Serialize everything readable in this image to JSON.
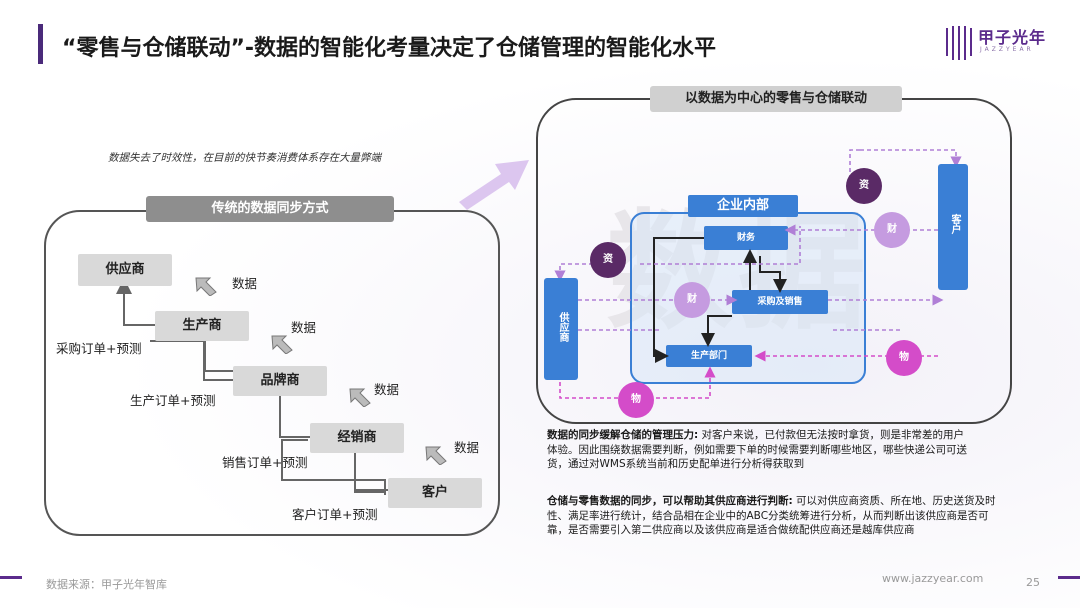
{
  "header": {
    "title": "“零售与仓储联动”-数据的智能化考量决定了仓储管理的智能化水平",
    "brand_cn": "甲子光年",
    "brand_en": "JAZZYEAR"
  },
  "left_panel": {
    "note": "数据失去了时效性，在目前的快节奏消费体系存在大量弊端",
    "title": "传统的数据同步方式",
    "nodes": [
      "供应商",
      "生产商",
      "品牌商",
      "经销商",
      "客户"
    ],
    "data_label": "数据",
    "order_labels": [
      "采购订单+预测",
      "生产订单+预测",
      "销售订单+预测",
      "客户订单+预测"
    ]
  },
  "right_panel": {
    "title": "以数据为中心的零售与仓储联动",
    "watermark": "数据",
    "internal_label": "企业内部",
    "boxes": {
      "finance": "财务",
      "purchase_sales": "采购及销售",
      "production": "生产部门"
    },
    "supplier_label": "供应商",
    "customer_label": "客户",
    "circles": {
      "capital": "资",
      "finance": "财",
      "goods": "物"
    }
  },
  "paragraphs": [
    {
      "bold": "数据的同步缓解仓储的管理压力:",
      "text": " 对客户来说，已付款但无法按时拿货，则是非常差的用户体验。因此围绕数据需要判断，例如需要下单的时候需要判断哪些地区，哪些快递公司可送货，通过对WMS系统当前和历史配单进行分析得获取到"
    },
    {
      "bold": "仓储与零售数据的同步，可以帮助其供应商进行判断:",
      "text": " 可以对供应商资质、所在地、历史送货及时性、满足率进行统计，结合品相在企业中的ABC分类统筹进行分析，从而判断出该供应商是否可靠，是否需要引入第二供应商以及该供应商是适合做统配供应商还是越库供应商"
    }
  ],
  "footer": {
    "source": "数据来源：甲子光年智库",
    "url": "www.jazzyear.com",
    "page": "25"
  },
  "colors": {
    "accent": "#5b2b8c",
    "blue": "#3a7fd5",
    "capital": "#5a2a66",
    "finance": "#b07fd6",
    "goods": "#d44cc9"
  }
}
